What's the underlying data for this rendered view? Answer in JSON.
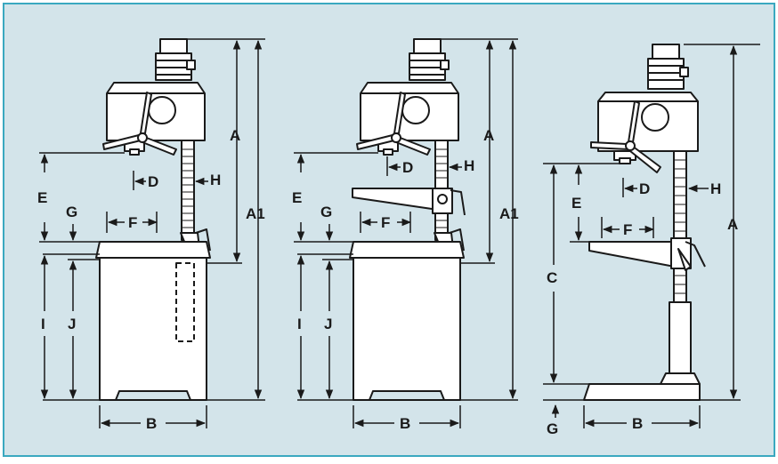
{
  "colors": {
    "background": "#d3e4ea",
    "frame": "#3aa8c0",
    "ink": "#1a1a1a",
    "machine_fill": "#ffffff"
  },
  "figures": [
    {
      "name": "bench-drill-with-cabinet",
      "labels": {
        "A": "A",
        "A1": "A1",
        "B": "B",
        "D": "D",
        "E": "E",
        "F": "F",
        "G": "G",
        "H": "H",
        "I": "I",
        "J": "J"
      }
    },
    {
      "name": "bench-drill-with-table-and-cabinet",
      "labels": {
        "A": "A",
        "A1": "A1",
        "B": "B",
        "D": "D",
        "E": "E",
        "F": "F",
        "G": "G",
        "H": "H",
        "I": "I",
        "J": "J"
      }
    },
    {
      "name": "floor-pillar-drill",
      "labels": {
        "A": "A",
        "B": "B",
        "C": "C",
        "D": "D",
        "E": "E",
        "F": "F",
        "G": "G",
        "H": "H"
      }
    }
  ]
}
